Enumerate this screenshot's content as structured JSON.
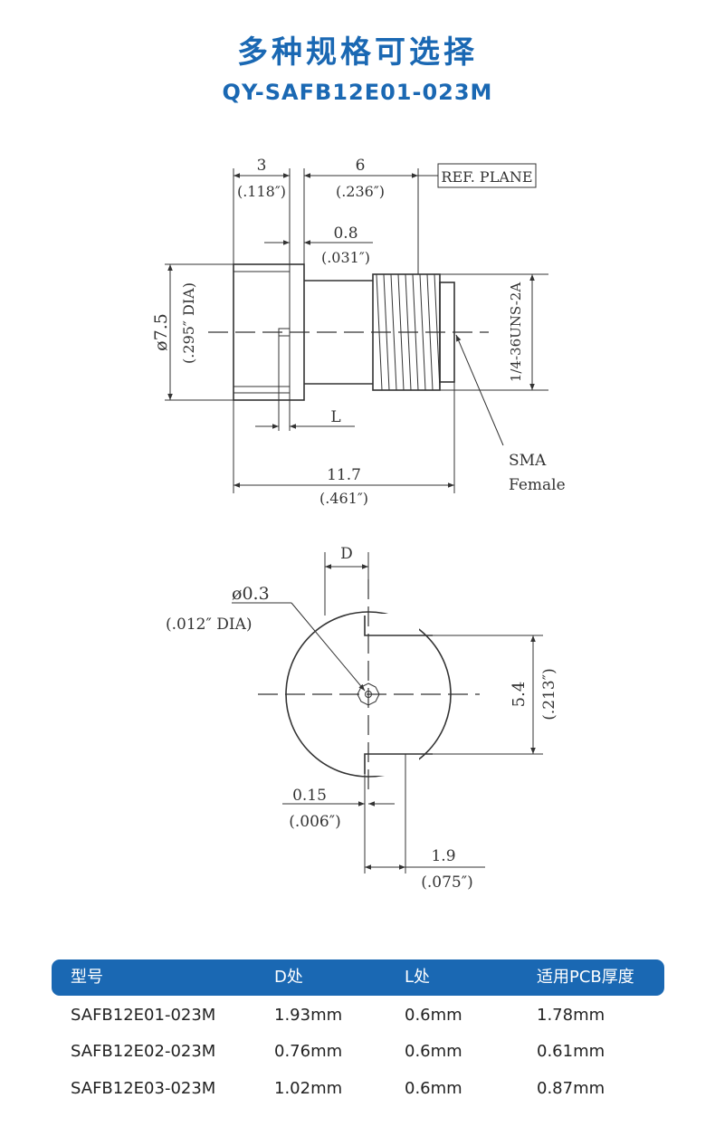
{
  "header": {
    "title": "多种规格可选择",
    "model": "QY-SAFB12E01-023M"
  },
  "side_view": {
    "dim_3": "3",
    "dim_3_in": "(.118″)",
    "dim_6": "6",
    "dim_6_in": "(.236″)",
    "ref_plane": "REF. PLANE",
    "dim_08": "0.8",
    "dim_08_in": "(.031″)",
    "dia_75": "ø7.5",
    "dia_75_in": "(.295″ DIA)",
    "thread": "1/4-36UNS-2A",
    "dim_L": "L",
    "dim_117": "11.7",
    "dim_117_in": "(.461″)",
    "sma_line1": "SMA",
    "sma_line2": "Female"
  },
  "front_view": {
    "dim_D": "D",
    "pin_dia": "ø0.3",
    "pin_dia_in": "(.012″ DIA)",
    "dim_54": "5.4",
    "dim_54_in": "(.213″)",
    "dim_015": "0.15",
    "dim_015_in": "(.006″)",
    "dim_19": "1.9",
    "dim_19_in": "(.075″)"
  },
  "spec_table": {
    "headers": [
      "型号",
      "D处",
      "L处",
      "适用PCB厚度"
    ],
    "rows": [
      [
        "SAFB12E01-023M",
        "1.93mm",
        "0.6mm",
        "1.78mm"
      ],
      [
        "SAFB12E02-023M",
        "0.76mm",
        "0.6mm",
        "0.61mm"
      ],
      [
        "SAFB12E03-023M",
        "1.02mm",
        "0.6mm",
        "0.87mm"
      ]
    ]
  }
}
